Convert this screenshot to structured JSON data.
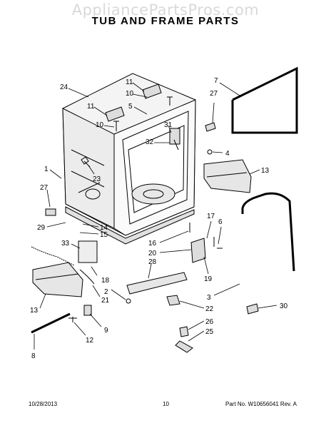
{
  "watermark": "AppliancePartsPros.com",
  "title": "TUB AND FRAME PARTS",
  "footer": {
    "date": "10/28/2013",
    "page": "10",
    "part_no": "Part No. W10656041  Rev. A"
  },
  "callouts": {
    "c24": "24",
    "c11a": "11",
    "c10a": "10",
    "c11b": "11",
    "c10b": "10",
    "c5": "5",
    "c31": "31",
    "c32": "32",
    "c23": "23",
    "c1": "1",
    "c27a": "27",
    "c29": "29",
    "c14": "14",
    "c15": "15",
    "c33": "33",
    "c16": "16",
    "c20": "20",
    "c28": "28",
    "c18": "18",
    "c2": "2",
    "c21": "21",
    "c13a": "13",
    "c9": "9",
    "c12": "12",
    "c8": "8",
    "c7": "7",
    "c27b": "27",
    "c4": "4",
    "c13b": "13",
    "c17": "17",
    "c6": "6",
    "c19": "19",
    "c3": "3",
    "c22": "22",
    "c30": "30",
    "c26": "26",
    "c25": "25"
  }
}
